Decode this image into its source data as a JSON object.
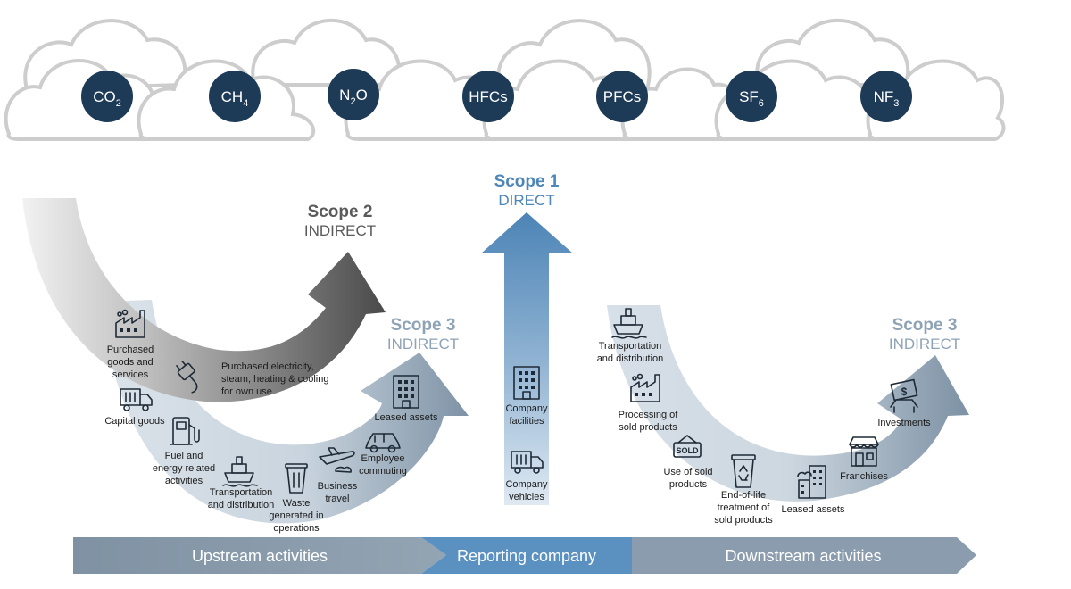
{
  "gases": [
    {
      "base": "CO",
      "sub": "2"
    },
    {
      "base": "CH",
      "sub": "4"
    },
    {
      "base": "N",
      "sub": "2",
      "rest": "O"
    },
    {
      "base": "HFCs",
      "sub": ""
    },
    {
      "base": "PFCs",
      "sub": ""
    },
    {
      "base": "SF",
      "sub": "6"
    },
    {
      "base": "NF",
      "sub": "3"
    }
  ],
  "scope2": {
    "title": "Scope 2",
    "subtitle": "INDIRECT"
  },
  "scope1": {
    "title": "Scope 1",
    "subtitle": "DIRECT"
  },
  "scope3_upstream": {
    "title": "Scope 3",
    "subtitle": "INDIRECT"
  },
  "scope3_downstream": {
    "title": "Scope 3",
    "subtitle": "INDIRECT"
  },
  "scope2_items": {
    "purchased_electricity": [
      "Purchased electricity,",
      "steam, heating & cooling",
      "for own use"
    ]
  },
  "upstream_items": {
    "purchased_goods": [
      "Purchased",
      "goods and",
      "services"
    ],
    "capital_goods": [
      "Capital goods"
    ],
    "fuel_energy": [
      "Fuel and",
      "energy related",
      "activities"
    ],
    "transportation": [
      "Transportation",
      "and distribution"
    ],
    "waste": [
      "Waste",
      "generated in",
      "operations"
    ],
    "business_travel": [
      "Business",
      "travel"
    ],
    "employee_commuting": [
      "Employee",
      "commuting"
    ],
    "leased_assets": [
      "Leased assets"
    ]
  },
  "scope1_items": {
    "company_facilities": [
      "Company",
      "facilities"
    ],
    "company_vehicles": [
      "Company",
      "vehicles"
    ]
  },
  "downstream_items": {
    "transportation": [
      "Transportation",
      "and distribution"
    ],
    "processing": [
      "Processing of",
      "sold products"
    ],
    "use_of_sold": [
      "Use of sold",
      "products"
    ],
    "end_of_life": [
      "End-of-life",
      "treatment of",
      "sold products"
    ],
    "leased_assets": [
      "Leased assets"
    ],
    "franchises": [
      "Franchises"
    ],
    "investments": [
      "Investments"
    ]
  },
  "sold_sign": "SOLD",
  "dollar_sign": "$",
  "bottom_bar": {
    "upstream": "Upstream activities",
    "reporting": "Reporting company",
    "downstream": "Downstream activities"
  },
  "colors": {
    "gas_circle": "#1d3a57",
    "cloud_stroke": "#cfcfcf",
    "scope1_blue": "#4d86b8",
    "scope2_gray": "#5f5f5f",
    "scope3_slate": "#8fa3b6",
    "bar_upstream": "#8a9cad",
    "bar_reporting": "#5a90c0",
    "bar_downstream": "#8a9cad"
  }
}
